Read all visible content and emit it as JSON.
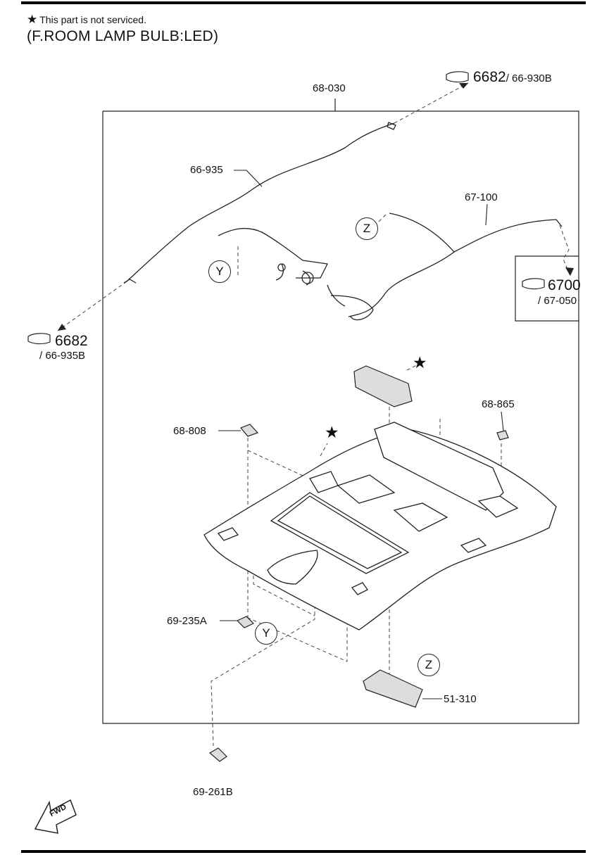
{
  "header": {
    "note_symbol": "★",
    "note_text": "This part is not serviced.",
    "subtitle": "(F.ROOM LAMP BULB:LED)"
  },
  "refs": {
    "top_right_num": "6682",
    "top_right_sub": "/ 66-930B",
    "right_num": "6700",
    "right_sub": "/ 67-050",
    "left_num": "6682",
    "left_sub": "/ 66-935B"
  },
  "parts": {
    "p68_030": "68-030",
    "p66_935": "66-935",
    "p67_100": "67-100",
    "p68_865": "68-865",
    "p68_808": "68-808",
    "p69_235A": "69-235A",
    "p51_310": "51-310",
    "p69_261B": "69-261B"
  },
  "callouts": {
    "y": "Y",
    "z": "Z"
  },
  "star": "★",
  "fwd": "FWD"
}
